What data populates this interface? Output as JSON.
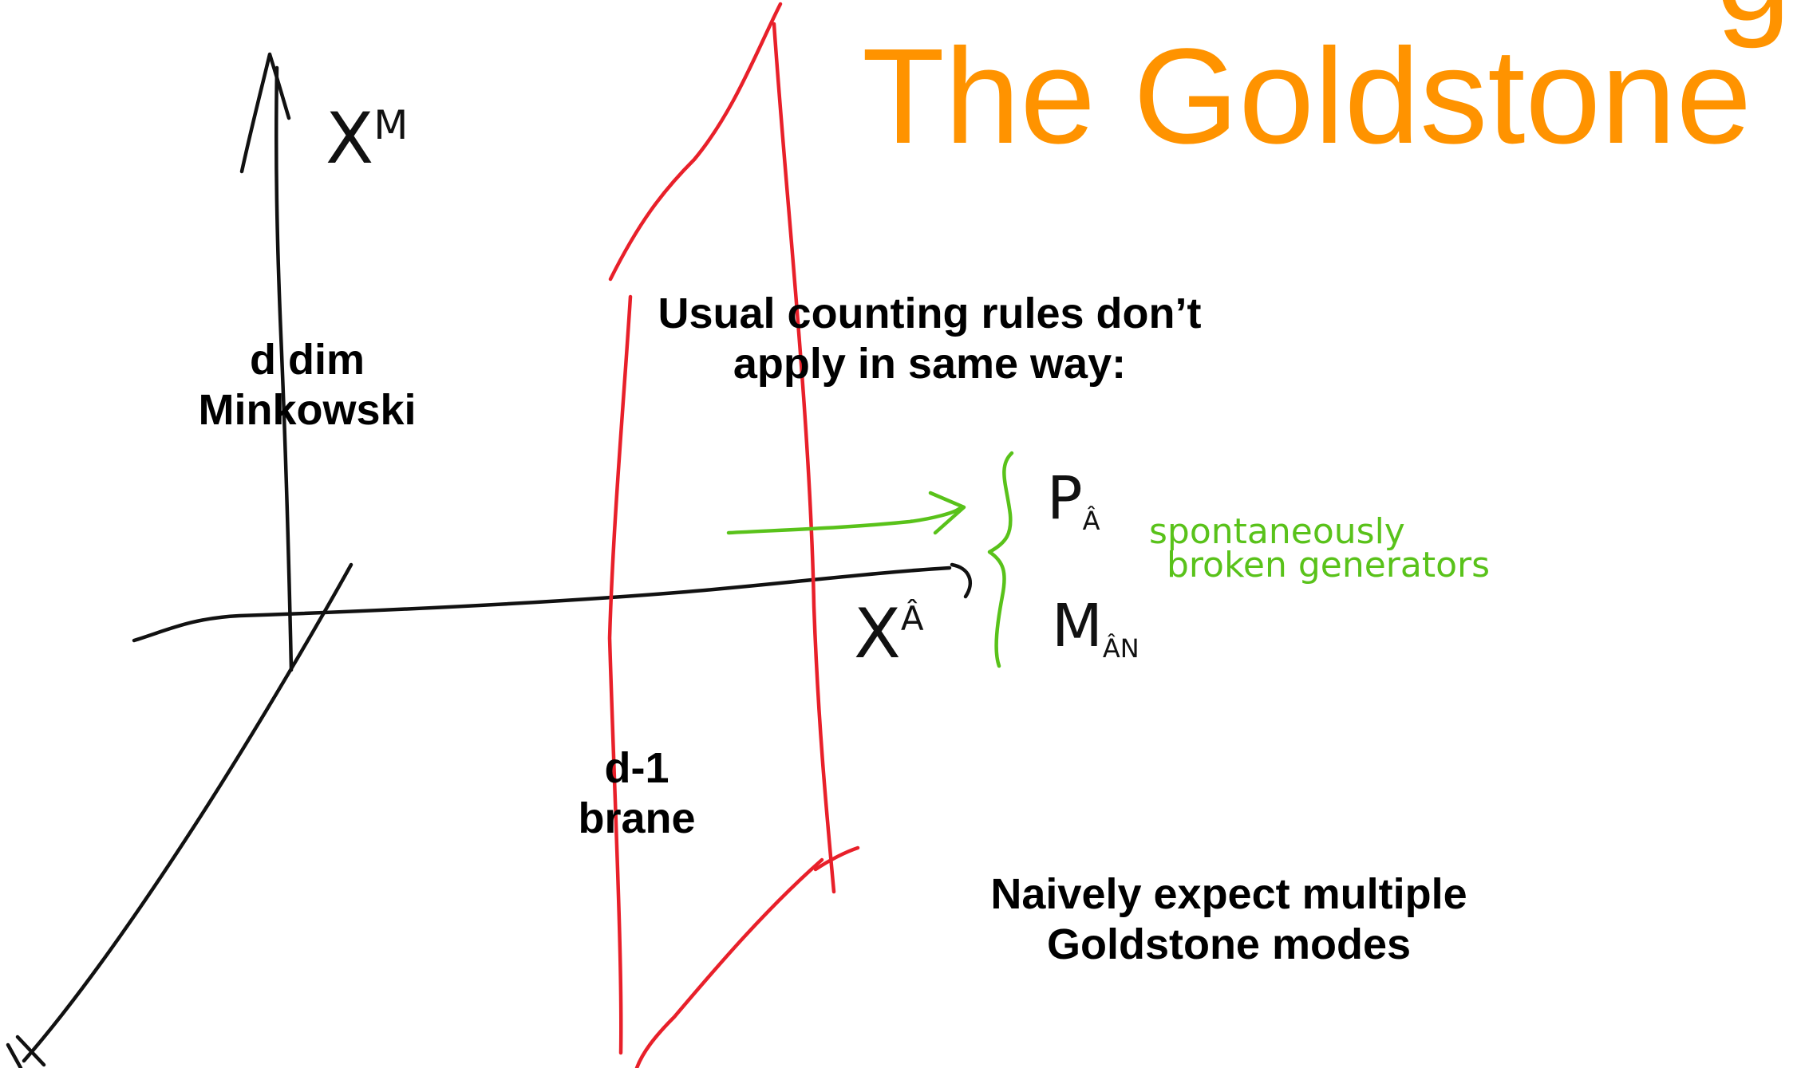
{
  "colors": {
    "title": "#ff9300",
    "brane": "#e8202a",
    "annotation": "#59c21a",
    "ink": "#111111"
  },
  "slide": {
    "title": "The Goldstone",
    "title_cutoff_fragment": "g"
  },
  "labels": {
    "bulk_line1": "d dim",
    "bulk_line2": "Minkowski",
    "brane_line1": "d-1",
    "brane_line2": "brane",
    "counting_line1": "Usual counting rules don’t",
    "counting_line2": "apply in same way:",
    "naive_line1": "Naively expect multiple",
    "naive_line2": "Goldstone modes"
  },
  "handwriting": {
    "axis_vertical": "X",
    "axis_vertical_sup": "M",
    "axis_horizontal": "X",
    "axis_horizontal_hat": "Â",
    "generator_p": "P",
    "generator_p_sub": "Â",
    "generator_m": "M",
    "generator_m_sub": "ÂN",
    "note_line1": "spontaneously",
    "note_line2": "broken generators"
  }
}
